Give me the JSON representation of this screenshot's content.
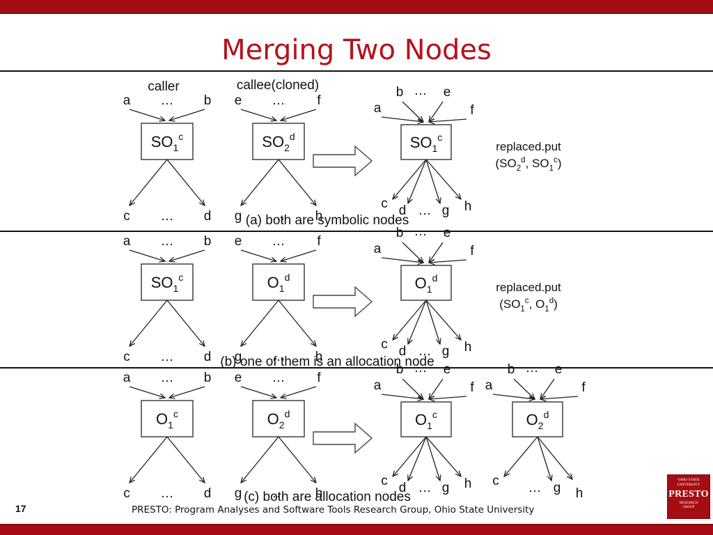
{
  "slide": {
    "title": "Merging Two Nodes",
    "page_number": "17",
    "footer": "PRESTO: Program Analyses and Software Tools Research Group, Ohio State University",
    "logo": {
      "line1": "OHIO STATE",
      "line2": "UNIVERSITY",
      "name": "PRESTO",
      "line3": "RESEARCH",
      "line4": "GROUP"
    },
    "accent_color": "#a50d12",
    "title_color": "#b5121b"
  },
  "diagram": {
    "rows": [
      {
        "caller_label": "caller",
        "callee_label": "callee(cloned)",
        "caption": "(a) both are symbolic nodes",
        "left": {
          "base": "SO",
          "sub": "1",
          "sup": "c",
          "in": [
            "a",
            "…",
            "b"
          ],
          "out": [
            "c",
            "…",
            "d"
          ]
        },
        "middle": {
          "base": "SO",
          "sub": "2",
          "sup": "d",
          "in": [
            "e",
            "…",
            "f"
          ],
          "out": [
            "g",
            "…",
            "h"
          ]
        },
        "result": [
          {
            "base": "SO",
            "sub": "1",
            "sup": "c",
            "in": [
              "a",
              "b",
              "…",
              "e",
              "f"
            ],
            "out": [
              "c",
              "d",
              "…",
              "g",
              "h"
            ]
          }
        ],
        "note": {
          "line1": "replaced.put",
          "line2": [
            {
              "t": "(SO"
            },
            {
              "t": "2",
              "k": "sub"
            },
            {
              "t": "d",
              "k": "sup"
            },
            {
              "t": ", SO"
            },
            {
              "t": "1",
              "k": "sub"
            },
            {
              "t": "c",
              "k": "sup"
            },
            {
              "t": ")"
            }
          ]
        }
      },
      {
        "caption": "(b) one of them is an allocation node",
        "left": {
          "base": "SO",
          "sub": "1",
          "sup": "c",
          "in": [
            "a",
            "…",
            "b"
          ],
          "out": [
            "c",
            "…",
            "d"
          ]
        },
        "middle": {
          "base": "O",
          "sub": "1",
          "sup": "d",
          "in": [
            "e",
            "…",
            "f"
          ],
          "out": [
            "g",
            "…",
            "h"
          ]
        },
        "result": [
          {
            "base": "O",
            "sub": "1",
            "sup": "d",
            "in": [
              "a",
              "b",
              "…",
              "e",
              "f"
            ],
            "out": [
              "c",
              "d",
              "…",
              "g",
              "h"
            ]
          }
        ],
        "note": {
          "line1": "replaced.put",
          "line2": [
            {
              "t": "(SO"
            },
            {
              "t": "1",
              "k": "sub"
            },
            {
              "t": "c",
              "k": "sup"
            },
            {
              "t": ", O"
            },
            {
              "t": "1",
              "k": "sub"
            },
            {
              "t": "d",
              "k": "sup"
            },
            {
              "t": ")"
            }
          ]
        }
      },
      {
        "caption": "(c) both are allocation nodes",
        "left": {
          "base": "O",
          "sub": "1",
          "sup": "c",
          "in": [
            "a",
            "…",
            "b"
          ],
          "out": [
            "c",
            "…",
            "d"
          ]
        },
        "middle": {
          "base": "O",
          "sub": "2",
          "sup": "d",
          "in": [
            "e",
            "…",
            "f"
          ],
          "out": [
            "g",
            "…",
            "h"
          ]
        },
        "result": [
          {
            "base": "O",
            "sub": "1",
            "sup": "c",
            "in": [
              "a",
              "b",
              "…",
              "e",
              "f"
            ],
            "out": [
              "c",
              "d",
              "…",
              "g",
              "h"
            ]
          },
          {
            "base": "O",
            "sub": "2",
            "sup": "d",
            "in": [
              "a",
              "b",
              "…",
              "e",
              "f"
            ],
            "out": [
              "c",
              "…",
              "g",
              "h"
            ]
          }
        ]
      }
    ]
  }
}
